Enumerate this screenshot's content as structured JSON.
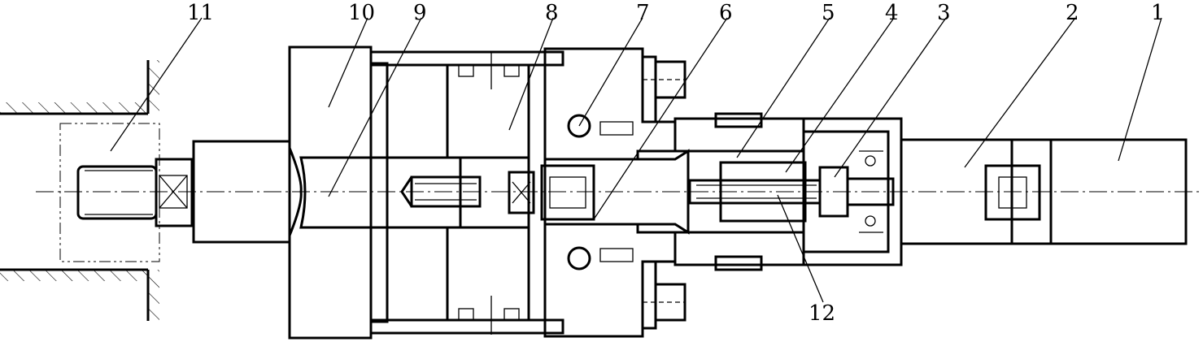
{
  "drawing": {
    "callouts": [
      {
        "id": "1",
        "text": "1"
      },
      {
        "id": "2",
        "text": "2"
      },
      {
        "id": "3",
        "text": "3"
      },
      {
        "id": "4",
        "text": "4"
      },
      {
        "id": "5",
        "text": "5"
      },
      {
        "id": "6",
        "text": "6"
      },
      {
        "id": "7",
        "text": "7"
      },
      {
        "id": "8",
        "text": "8"
      },
      {
        "id": "9",
        "text": "9"
      },
      {
        "id": "10",
        "text": "10"
      },
      {
        "id": "11",
        "text": "11"
      },
      {
        "id": "12",
        "text": "12"
      }
    ],
    "colors": {
      "line": "#000000",
      "background": "#ffffff"
    }
  }
}
